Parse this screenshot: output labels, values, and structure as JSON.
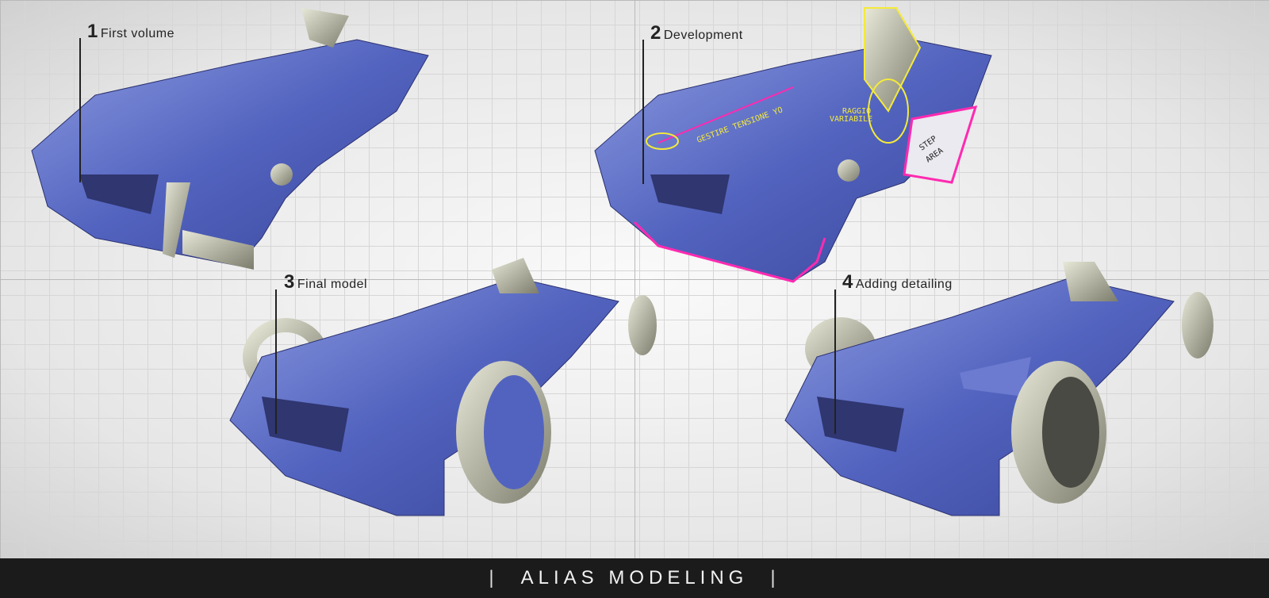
{
  "stages": [
    {
      "number": "1",
      "label": "First volume"
    },
    {
      "number": "2",
      "label": "Development"
    },
    {
      "number": "3",
      "label": "Final model"
    },
    {
      "number": "4",
      "label": "Adding detailing"
    }
  ],
  "annotations": {
    "tension": "GESTIRE TENSIONE YO",
    "radius_1": "RAGGIO",
    "radius_2": "VARIABILE",
    "step_1": "STEP",
    "step_2": "AREA"
  },
  "footer": {
    "title": "ALIAS MODELING",
    "divider": "|"
  },
  "colors": {
    "body": "#5566c0",
    "highlight": "#ff2ab0",
    "sketch": "#f4ea3a",
    "footer": "#1b1b1b"
  }
}
